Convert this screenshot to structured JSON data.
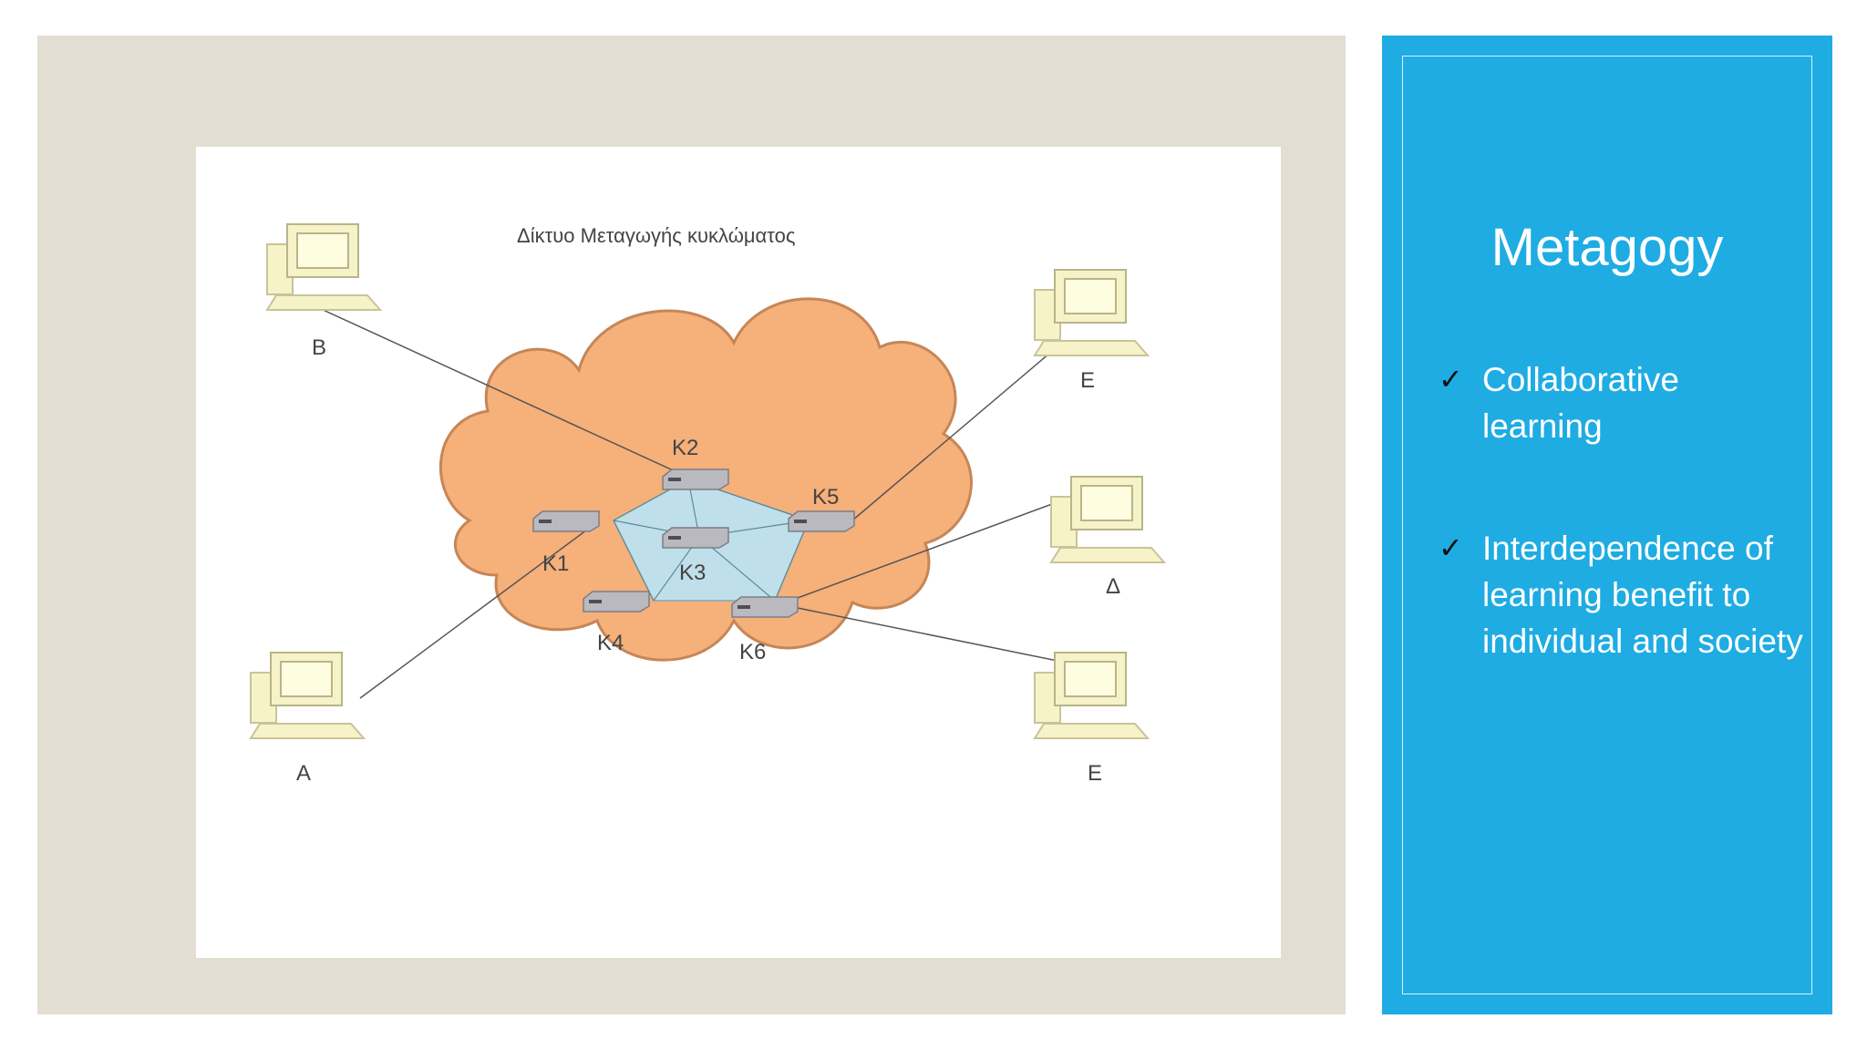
{
  "slide": {
    "title": "Metagogy",
    "bullets": [
      {
        "icon": "checkmark-icon",
        "text": "Collaborative learning"
      },
      {
        "icon": "checkmark-icon",
        "text": "Interdependence of learning benefit to individual and society"
      }
    ]
  },
  "diagram": {
    "caption": "Δίκτυο Μεταγωγής κυκλώματος",
    "nodes": {
      "k1": "K1",
      "k2": "K2",
      "k3": "K3",
      "k4": "K4",
      "k5": "K5",
      "k6": "K6"
    },
    "computers": {
      "b": "B",
      "a": "A",
      "e_top": "E",
      "delta": "Δ",
      "e_bottom": "E"
    }
  },
  "colors": {
    "accent": "#1eace3",
    "left_panel": "#e3ded2",
    "cloud": "#f6b07a",
    "core": "#bfe0ea"
  }
}
